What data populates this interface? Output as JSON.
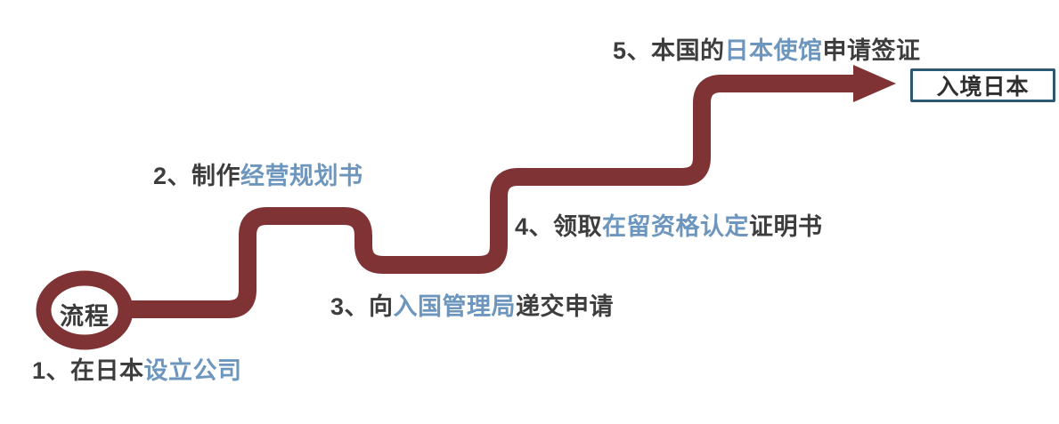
{
  "diagram": {
    "title": "Japan business visa application flow",
    "type": "stair-step process flow"
  },
  "colors": {
    "path_red": "#803335",
    "highlight_blue": "#6d96be",
    "dark_text": "#3d3d3d",
    "box_border": "#2e5774"
  },
  "start_node": {
    "label": "流程"
  },
  "end_node": {
    "label": "入境日本"
  },
  "steps": [
    {
      "prefix": "1、在日本",
      "highlight": "设立公司",
      "suffix": ""
    },
    {
      "prefix": "2、制作",
      "highlight": "经营规划书",
      "suffix": ""
    },
    {
      "prefix": "3、向",
      "highlight": "入国管理局",
      "suffix": "递交申请"
    },
    {
      "prefix": "4、领取",
      "highlight": "在留资格认定",
      "suffix": "证明书"
    },
    {
      "prefix": "5、本国的",
      "highlight": "日本使馆",
      "suffix": "申请签证"
    }
  ]
}
